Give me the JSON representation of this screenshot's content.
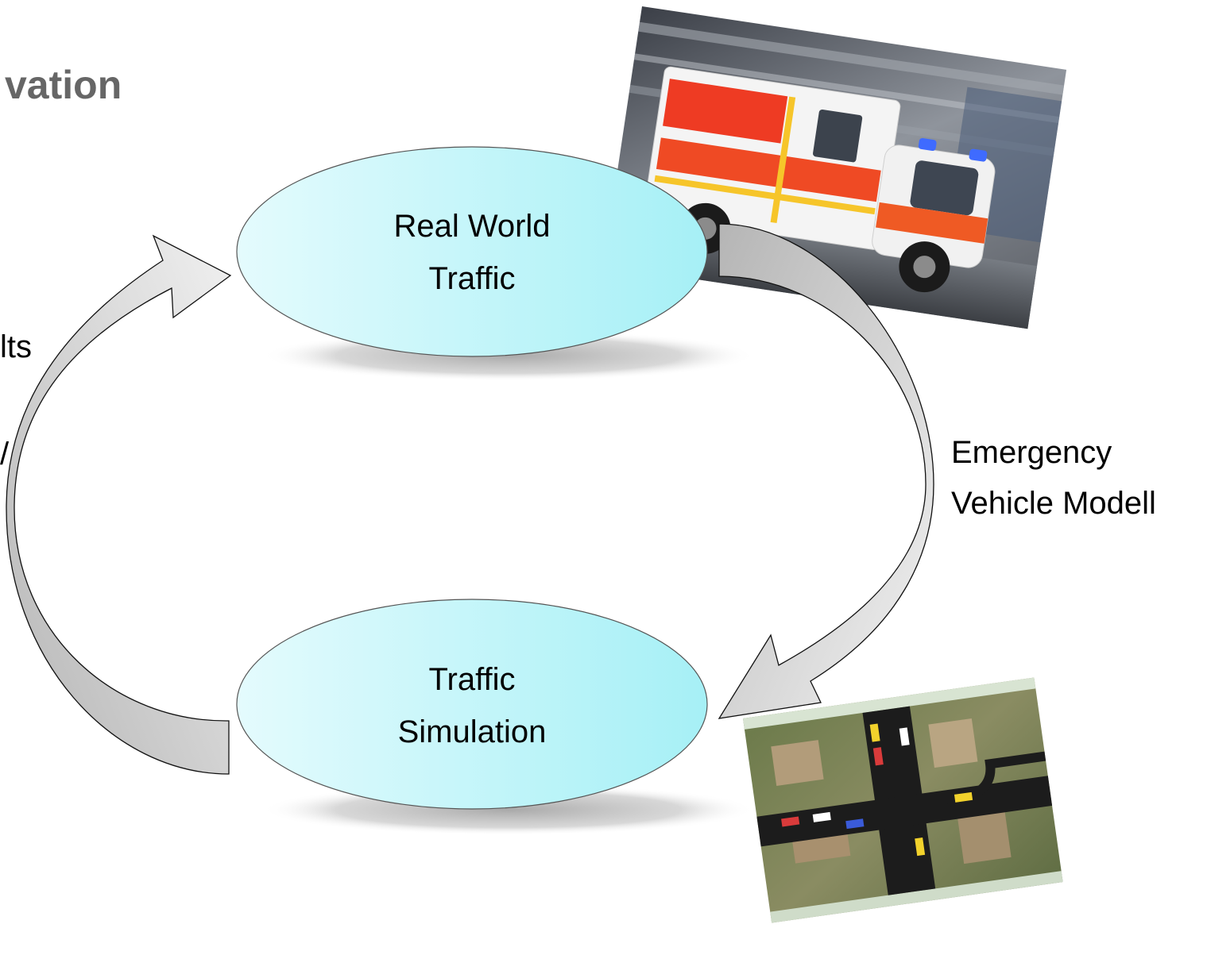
{
  "title": "vation",
  "left_cut_labels": [
    "lts",
    "/"
  ],
  "nodes": {
    "top": {
      "line1": "Real World",
      "line2": "Traffic"
    },
    "bottom": {
      "line1": "Traffic",
      "line2": "Simulation"
    }
  },
  "right_label": {
    "line1": "Emergency",
    "line2": "Vehicle Modell"
  },
  "colors": {
    "ellipse_light": "#e4fbfd",
    "ellipse_dark": "#a6f0f6",
    "arrow_light": "#ededed",
    "arrow_dark": "#b7b7b7",
    "title": "#666666"
  },
  "images": {
    "top_right": "ambulance-photo",
    "bottom_right": "traffic-simulation-screenshot"
  }
}
